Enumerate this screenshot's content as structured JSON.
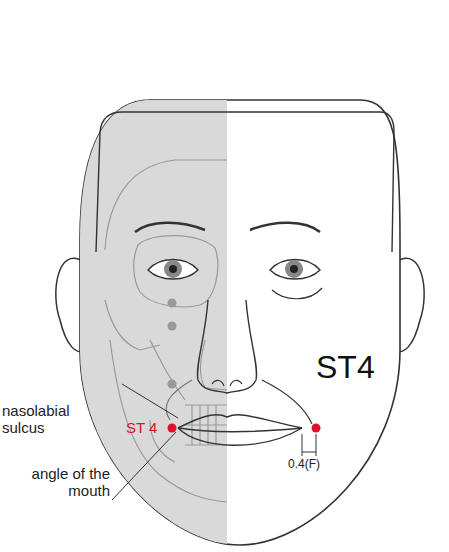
{
  "diagram": {
    "labels": [
      "ST4",
      "nasolabial sulcus",
      "ST 4",
      "angle of the mouth",
      "0.4(F)"
    ]
  }
}
